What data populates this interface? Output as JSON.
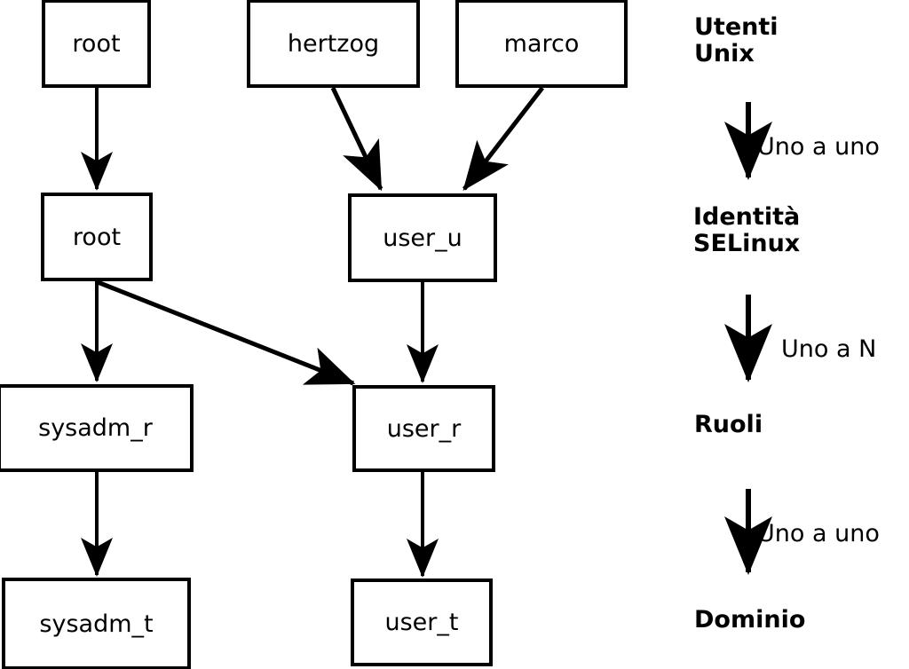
{
  "diagram": {
    "title": "SELinux user to domain mapping",
    "background_color": "#ffffff",
    "stroke_color": "#000000",
    "nodes": [
      {
        "id": "unix_root",
        "label": "root",
        "layer": "unix_user"
      },
      {
        "id": "unix_hertzog",
        "label": "hertzog",
        "layer": "unix_user"
      },
      {
        "id": "unix_marco",
        "label": "marco",
        "layer": "unix_user"
      },
      {
        "id": "sel_root",
        "label": "root",
        "layer": "selinux_identity"
      },
      {
        "id": "sel_user_u",
        "label": "user_u",
        "layer": "selinux_identity"
      },
      {
        "id": "role_sysadm",
        "label": "sysadm_r",
        "layer": "role"
      },
      {
        "id": "role_user",
        "label": "user_r",
        "layer": "role"
      },
      {
        "id": "dom_sysadm",
        "label": "sysadm_t",
        "layer": "domain"
      },
      {
        "id": "dom_user",
        "label": "user_t",
        "layer": "domain"
      }
    ],
    "edges": [
      {
        "from": "unix_root",
        "to": "sel_root"
      },
      {
        "from": "unix_hertzog",
        "to": "sel_user_u"
      },
      {
        "from": "unix_marco",
        "to": "sel_user_u"
      },
      {
        "from": "sel_root",
        "to": "role_sysadm"
      },
      {
        "from": "sel_root",
        "to": "role_user"
      },
      {
        "from": "sel_user_u",
        "to": "role_user"
      },
      {
        "from": "role_sysadm",
        "to": "dom_sysadm"
      },
      {
        "from": "role_user",
        "to": "dom_user"
      }
    ]
  },
  "legend": {
    "levels": [
      {
        "id": "unix_user",
        "label": "Utenti\nUnix"
      },
      {
        "id": "selinux_identity",
        "label": "Identità\nSELinux"
      },
      {
        "id": "role",
        "label": "Ruoli"
      },
      {
        "id": "domain",
        "label": "Dominio"
      }
    ],
    "relations": [
      {
        "id": "rel_1",
        "label": "Uno a uno"
      },
      {
        "id": "rel_2",
        "label": "Uno a N"
      },
      {
        "id": "rel_3",
        "label": "Uno a uno"
      }
    ]
  }
}
